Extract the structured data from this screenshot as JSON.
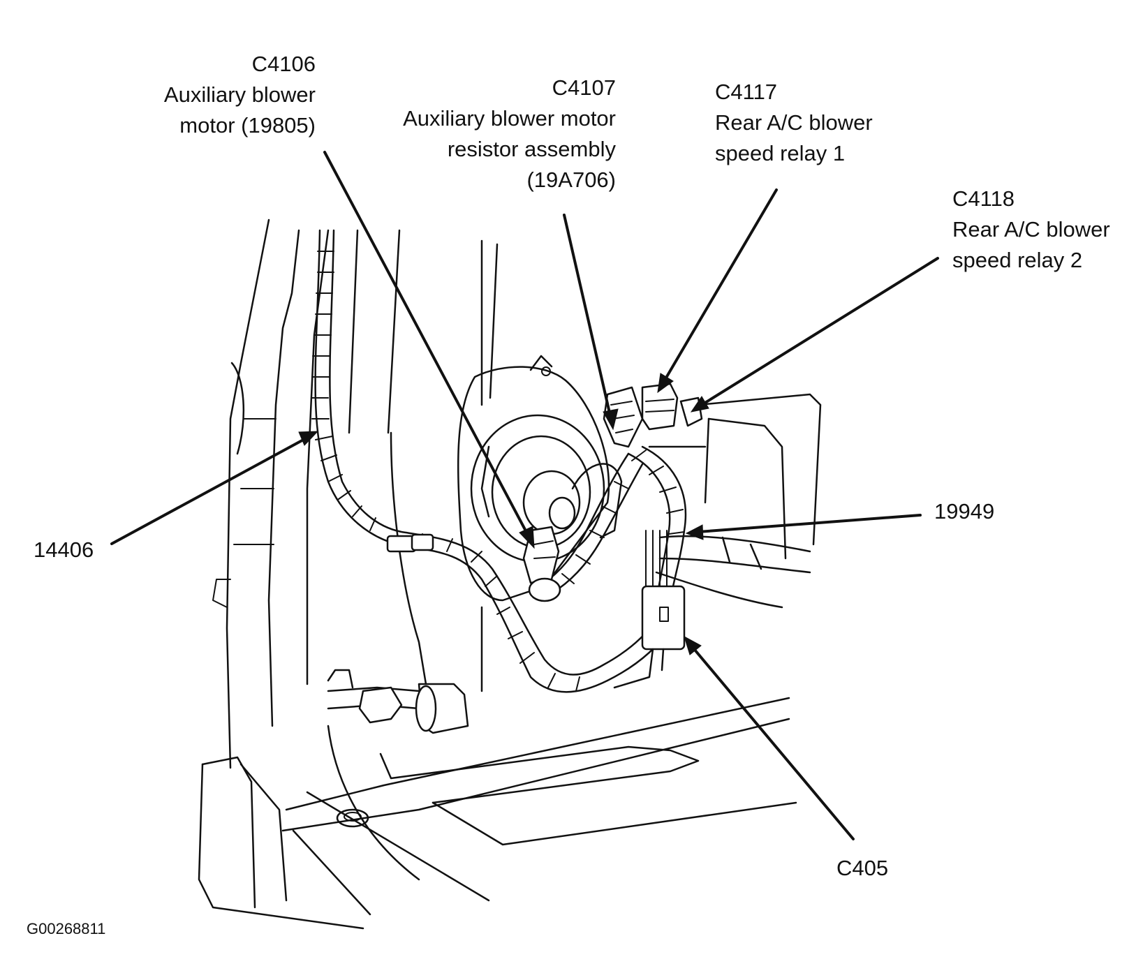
{
  "callouts": {
    "c4106": {
      "code": "C4106",
      "line1": "Auxiliary blower",
      "line2": "motor (19805)"
    },
    "c4107": {
      "code": "C4107",
      "line1": "Auxiliary blower motor",
      "line2": "resistor assembly",
      "line3": "(19A706)"
    },
    "c4117": {
      "code": "C4117",
      "line1": "Rear A/C blower",
      "line2": "speed relay 1"
    },
    "c4118": {
      "code": "C4118",
      "line1": "Rear A/C blower",
      "line2": "speed relay 2"
    },
    "p19949": {
      "code": "19949"
    },
    "p14406": {
      "code": "14406"
    },
    "c405": {
      "code": "C405"
    }
  },
  "figure_id": "G00268811"
}
